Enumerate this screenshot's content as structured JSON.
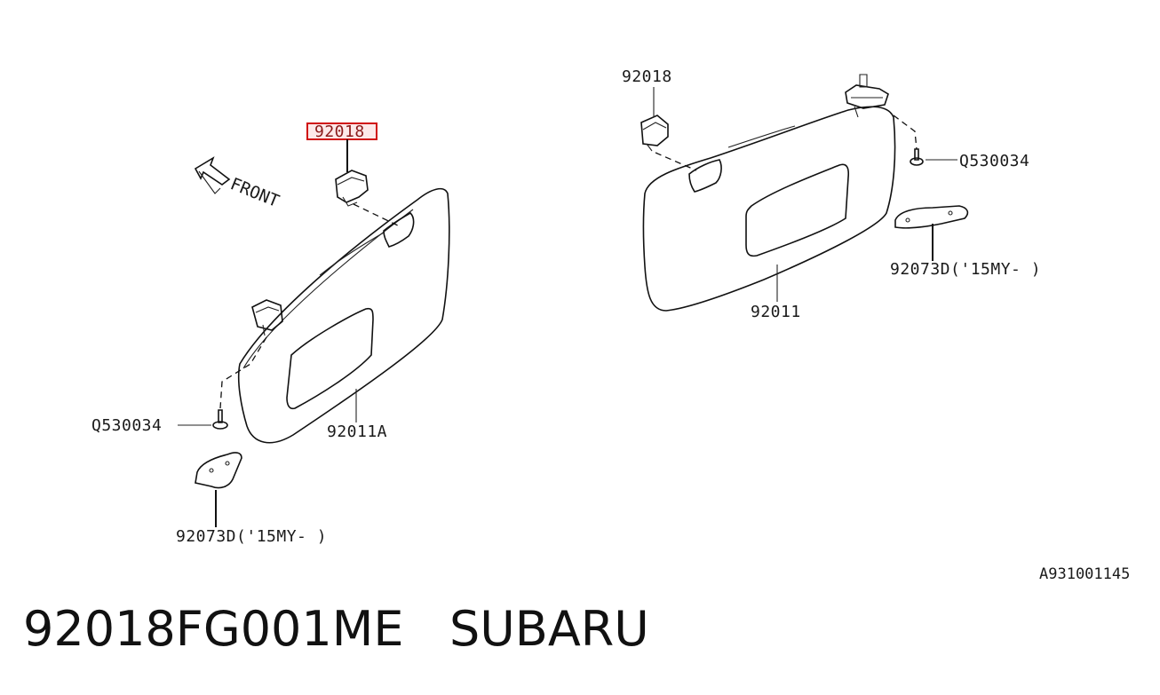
{
  "labels": {
    "left_clip_highlighted": "92018",
    "left_visor": "92011A",
    "left_screw": "Q530034",
    "left_bracket": "92073D('15MY-  )",
    "right_clip": "92018",
    "right_visor": "92011",
    "right_screw": "Q530034",
    "right_bracket": "92073D('15MY-  )",
    "front": "FRONT",
    "diagram_ref": "A931001145"
  },
  "caption": {
    "part_number": "92018FG001ME",
    "brand": "SUBARU"
  },
  "colors": {
    "highlight_border": "#d01010",
    "highlight_fill": "#fde9e9",
    "line": "#111111"
  }
}
